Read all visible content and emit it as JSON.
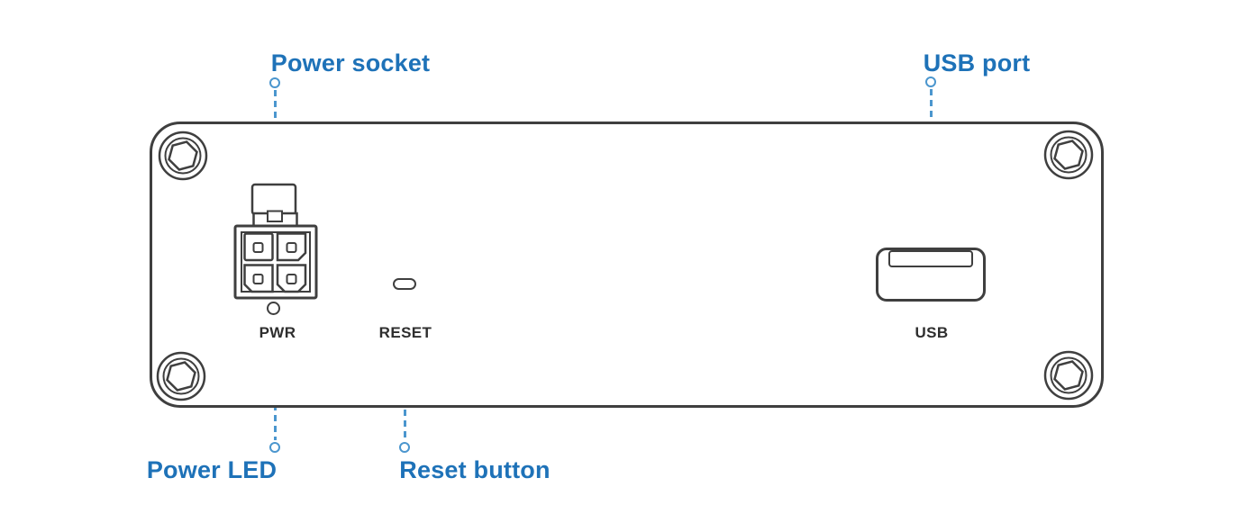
{
  "colors": {
    "callout-blue": "#1e72b8",
    "leader-blue": "#4b96ce",
    "outline-dark": "#3f3f3f",
    "label-dark": "#2e2e2e",
    "background": "#ffffff"
  },
  "callouts": {
    "power_socket": {
      "label": "Power socket"
    },
    "usb_port": {
      "label": "USB port"
    },
    "power_led": {
      "label": "Power LED"
    },
    "reset_button": {
      "label": "Reset button"
    }
  },
  "panel": {
    "ports": {
      "pwr": {
        "label": "PWR"
      },
      "reset": {
        "label": "RESET"
      },
      "usb": {
        "label": "USB"
      }
    }
  }
}
